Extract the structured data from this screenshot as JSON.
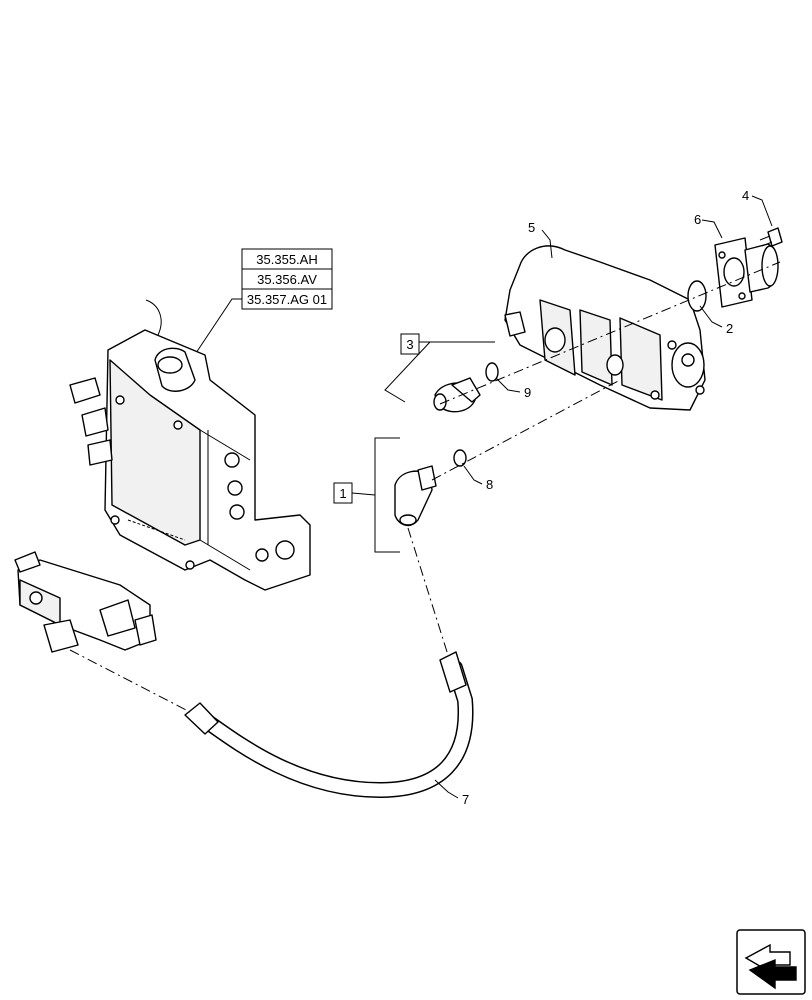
{
  "reference_boxes": [
    "35.355.AH",
    "35.356.AV",
    "35.357.AG 01"
  ],
  "callouts": {
    "c1": "1",
    "c2": "2",
    "c3": "3",
    "c4": "4",
    "c5": "5",
    "c6": "6",
    "c7": "7",
    "c8": "8",
    "c9": "9"
  },
  "icons": {
    "nav": "next-page-arrow-icon"
  }
}
